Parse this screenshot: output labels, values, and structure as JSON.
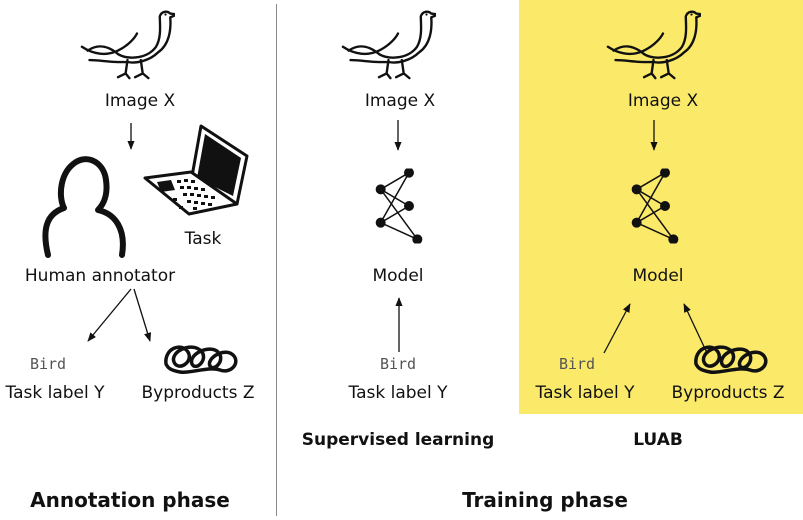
{
  "colors": {
    "highlight": "#FBEA6A",
    "divider": "#8a8a8a",
    "ink": "#111111",
    "mono": "#555555"
  },
  "annotation": {
    "image_label": "Image X",
    "task_label": "Task",
    "annotator_label": "Human annotator",
    "bird_text": "Bird",
    "task_label_y": "Task label Y",
    "byproducts_label": "Byproducts Z",
    "icons": [
      "bird-icon",
      "person-icon",
      "laptop-icon",
      "scribble-icon"
    ]
  },
  "supervised": {
    "image_label": "Image X",
    "model_label": "Model",
    "bird_text": "Bird",
    "task_label_y": "Task label Y",
    "title": "Supervised learning",
    "icons": [
      "bird-icon",
      "network-icon"
    ]
  },
  "luab": {
    "image_label": "Image X",
    "model_label": "Model",
    "bird_text": "Bird",
    "task_label_y": "Task label Y",
    "byproducts_label": "Byproducts Z",
    "title": "LUAB",
    "icons": [
      "bird-icon",
      "network-icon",
      "scribble-icon"
    ]
  },
  "phases": {
    "annotation": "Annotation phase",
    "training": "Training phase"
  }
}
